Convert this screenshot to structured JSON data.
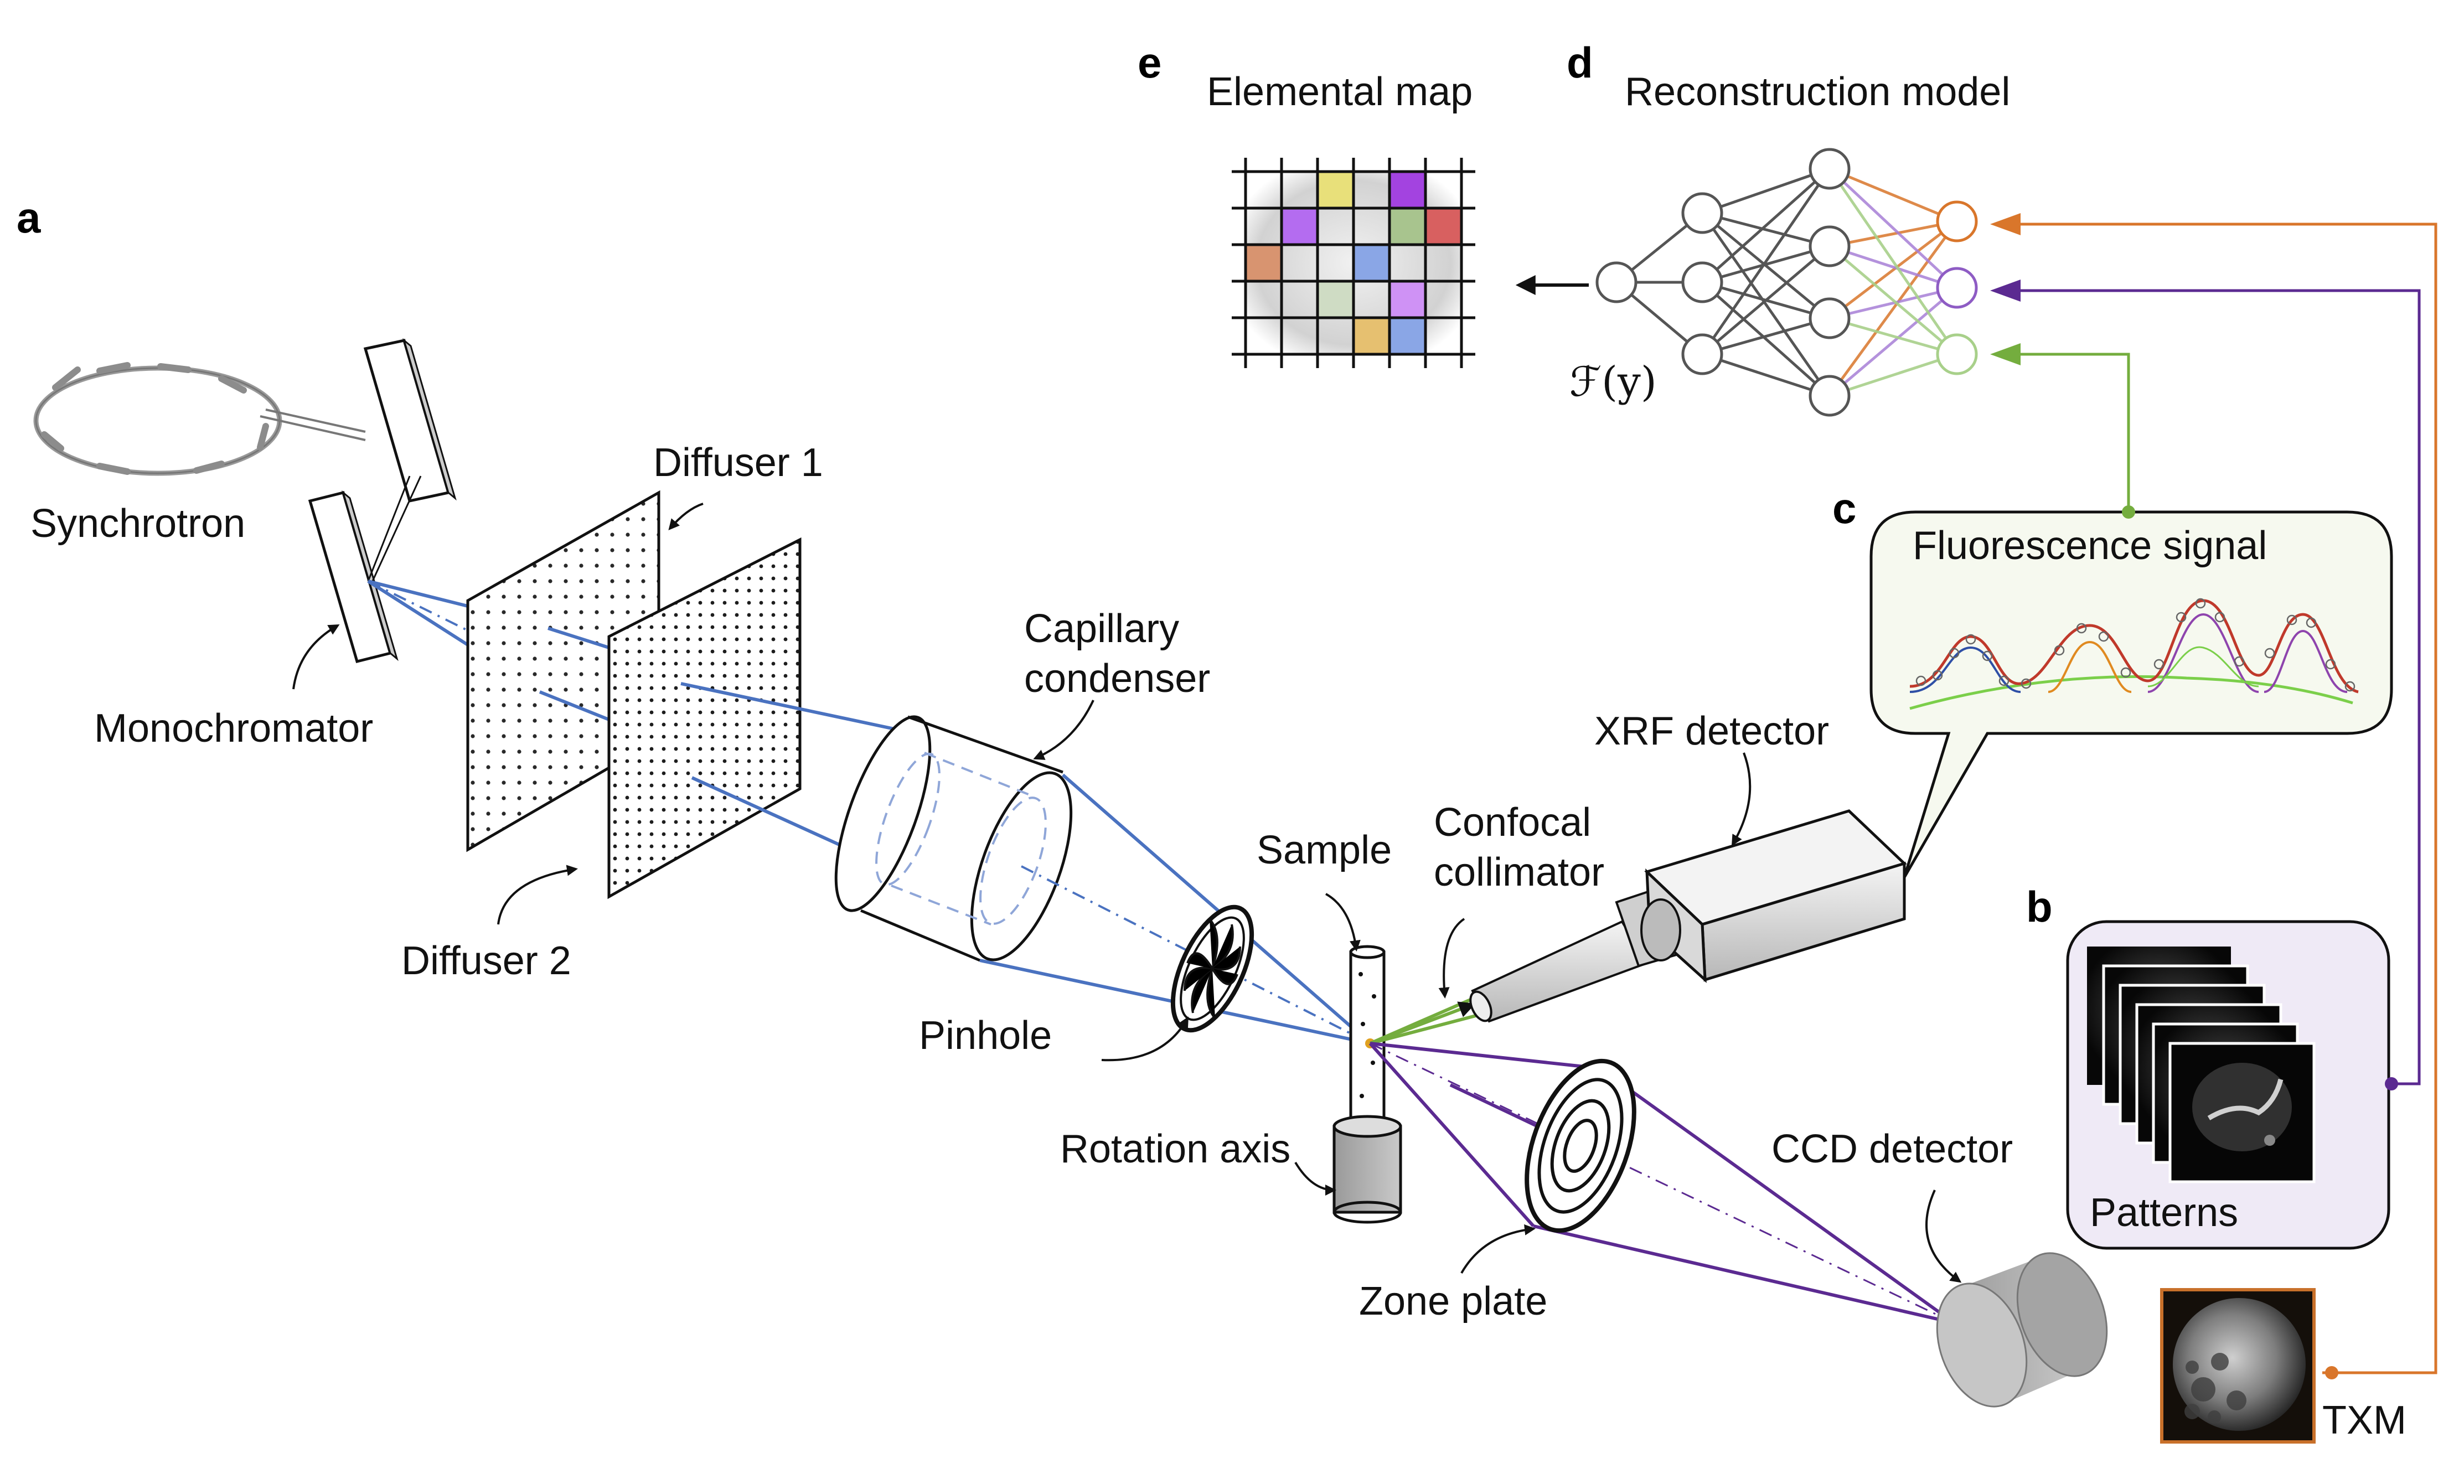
{
  "panels": {
    "a": "a",
    "b": "b",
    "c": "c",
    "d": "d",
    "e": "e"
  },
  "labels": {
    "synchrotron": "Synchrotron",
    "monochromator": "Monochromator",
    "diffuser1": "Diffuser 1",
    "diffuser2": "Diffuser 2",
    "capillary_line1": "Capillary",
    "capillary_line2": "condenser",
    "pinhole": "Pinhole",
    "sample": "Sample",
    "confocal_line1": "Confocal",
    "confocal_line2": "collimator",
    "xrf_detector": "XRF detector",
    "rotation_axis": "Rotation axis",
    "zone_plate": "Zone plate",
    "ccd_detector": "CCD detector",
    "fluorescence_signal": "Fluorescence signal",
    "patterns": "Patterns",
    "txm": "TXM",
    "reconstruction_model": "Reconstruction model",
    "elemental_map": "Elemental map",
    "function": "ℱ(y)"
  },
  "colors": {
    "beam_blue": "#4a72c0",
    "beam_purple": "#5b2a91",
    "beam_green": "#74ad3e",
    "txm_orange": "#d9762b",
    "callout_fill": "#f6f9ef",
    "patterns_fill": "#efeaf6",
    "sample_dot": "#e0a020"
  },
  "map_cells": [
    {
      "row": 0,
      "col": 2,
      "color": "#e8e07a"
    },
    {
      "row": 0,
      "col": 4,
      "color": "#a343e0"
    },
    {
      "row": 1,
      "col": 1,
      "color": "#b46cf0"
    },
    {
      "row": 1,
      "col": 4,
      "color": "#a8c48e"
    },
    {
      "row": 1,
      "col": 5,
      "color": "#d86060"
    },
    {
      "row": 2,
      "col": 0,
      "color": "#d89470"
    },
    {
      "row": 2,
      "col": 3,
      "color": "#8aa6e6"
    },
    {
      "row": 3,
      "col": 2,
      "color": "#cfdcc4"
    },
    {
      "row": 3,
      "col": 4,
      "color": "#cf92f5"
    },
    {
      "row": 4,
      "col": 3,
      "color": "#e6c070"
    },
    {
      "row": 4,
      "col": 4,
      "color": "#8aa6e6"
    }
  ]
}
